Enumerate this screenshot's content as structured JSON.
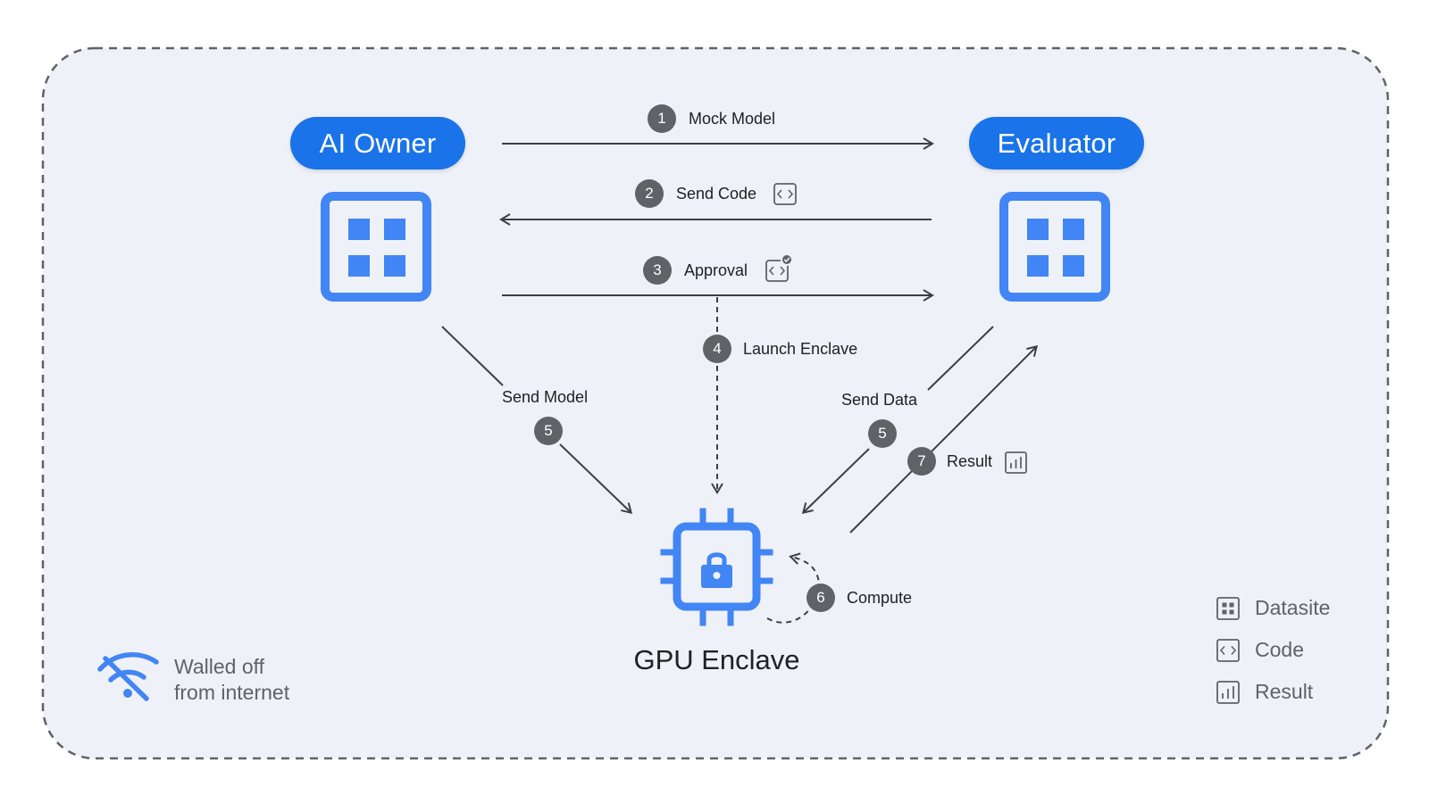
{
  "actors": {
    "left": "AI Owner",
    "right": "Evaluator"
  },
  "steps": {
    "s1": {
      "num": "1",
      "label": "Mock Model"
    },
    "s2": {
      "num": "2",
      "label": "Send Code"
    },
    "s3": {
      "num": "3",
      "label": "Approval"
    },
    "s4": {
      "num": "4",
      "label": "Launch Enclave"
    },
    "s5a": {
      "num": "5",
      "label": "Send Model"
    },
    "s5b": {
      "num": "5",
      "label": "Send Data"
    },
    "s6": {
      "num": "6",
      "label": "Compute"
    },
    "s7": {
      "num": "7",
      "label": "Result"
    }
  },
  "enclave": {
    "title": "GPU Enclave"
  },
  "notice": {
    "line1": "Walled off",
    "line2": "from internet"
  },
  "legend": {
    "datasite": "Datasite",
    "code": "Code",
    "result": "Result"
  },
  "colors": {
    "accent": "#1a73e8",
    "icon_blue": "#4285f4",
    "step_badge": "#5f6368",
    "arrow": "#3c4043",
    "panel_bg": "#eef1f7"
  },
  "icons": {
    "datasite": "datasite-icon",
    "code": "code-icon",
    "result": "result-icon",
    "enclave": "gpu-chip-lock-icon",
    "offline": "wifi-off-icon"
  }
}
